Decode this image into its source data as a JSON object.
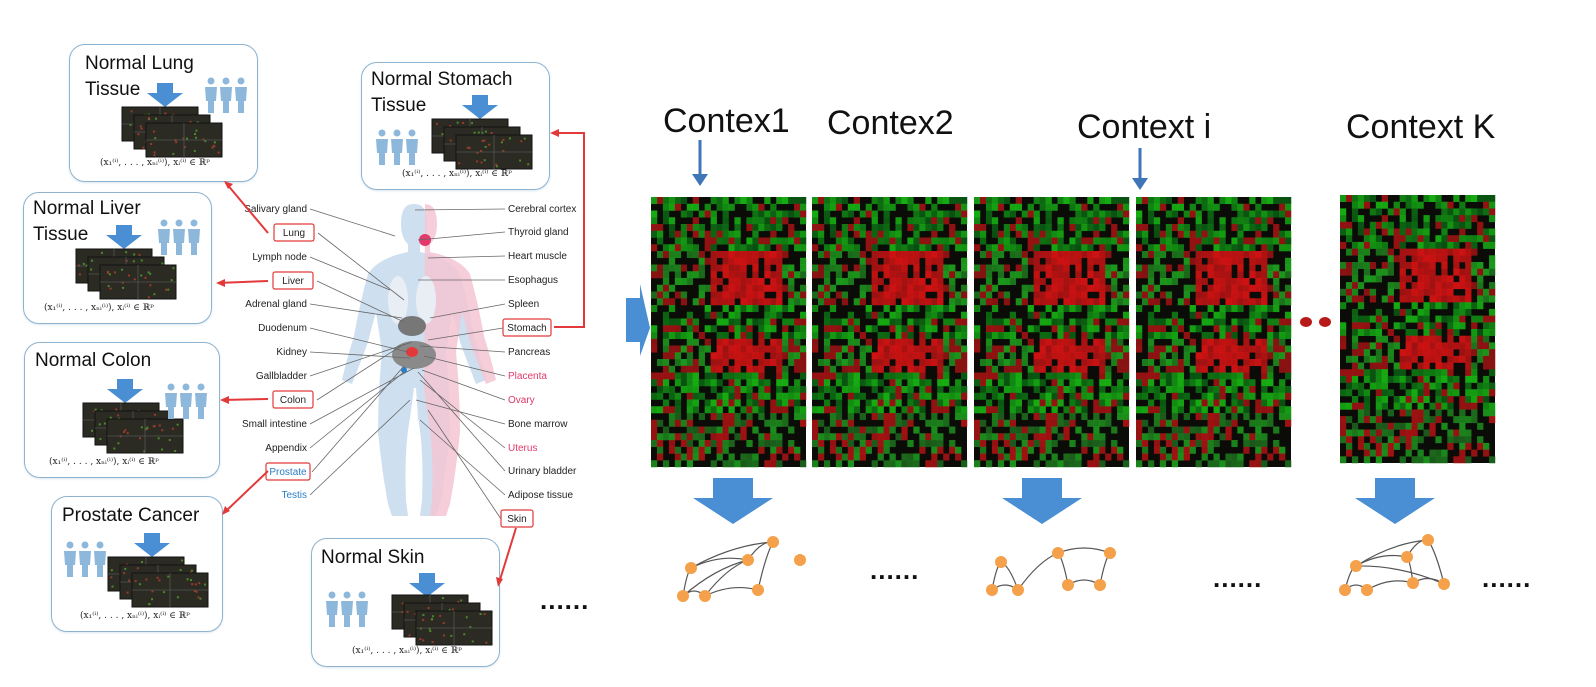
{
  "tissues": [
    {
      "id": "lung",
      "title": "Normal Lung\nTissue"
    },
    {
      "id": "stomach",
      "title": "Normal Stomach\nTissue"
    },
    {
      "id": "liver",
      "title": "Normal Liver\nTissue"
    },
    {
      "id": "colon",
      "title": "Normal Colon"
    },
    {
      "id": "prostate",
      "title": "Prostate Cancer"
    },
    {
      "id": "skin",
      "title": "Normal Skin"
    }
  ],
  "formula_text": "(x₁⁽ⁱ⁾, . . . , xₙᵢ⁽ⁱ⁾), xᵢ⁽ⁱ⁾ ∈ ℝᵖ",
  "body_map": {
    "left_labels": [
      "Salivary gland",
      "Lymph node",
      "Adrenal gland",
      "Duodenum",
      "Kidney",
      "Gallbladder",
      "Small intestine",
      "Appendix",
      "Testis"
    ],
    "left_boxed": [
      "Lung",
      "Liver",
      "Colon",
      "Prostate"
    ],
    "right_labels": [
      "Cerebral cortex",
      "Thyroid gland",
      "Heart muscle",
      "Esophagus",
      "Spleen",
      "Pancreas",
      "Placenta",
      "Ovary",
      "Bone marrow",
      "Uterus",
      "Urinary bladder",
      "Adipose tissue"
    ],
    "right_boxed": [
      "Stomach",
      "Skin"
    ]
  },
  "contexts": [
    {
      "label": "Contex1"
    },
    {
      "label": "Contex2"
    },
    {
      "label": "Context i"
    },
    {
      "label": "Context K"
    }
  ],
  "ellipsis": "......",
  "colors": {
    "box_border": "#8fb3cf",
    "arrow_blue": "#4a8fd3",
    "red_arrow": "#e23a3a",
    "node_orange": "#f5a04a",
    "person_blue": "#8db8dc"
  }
}
